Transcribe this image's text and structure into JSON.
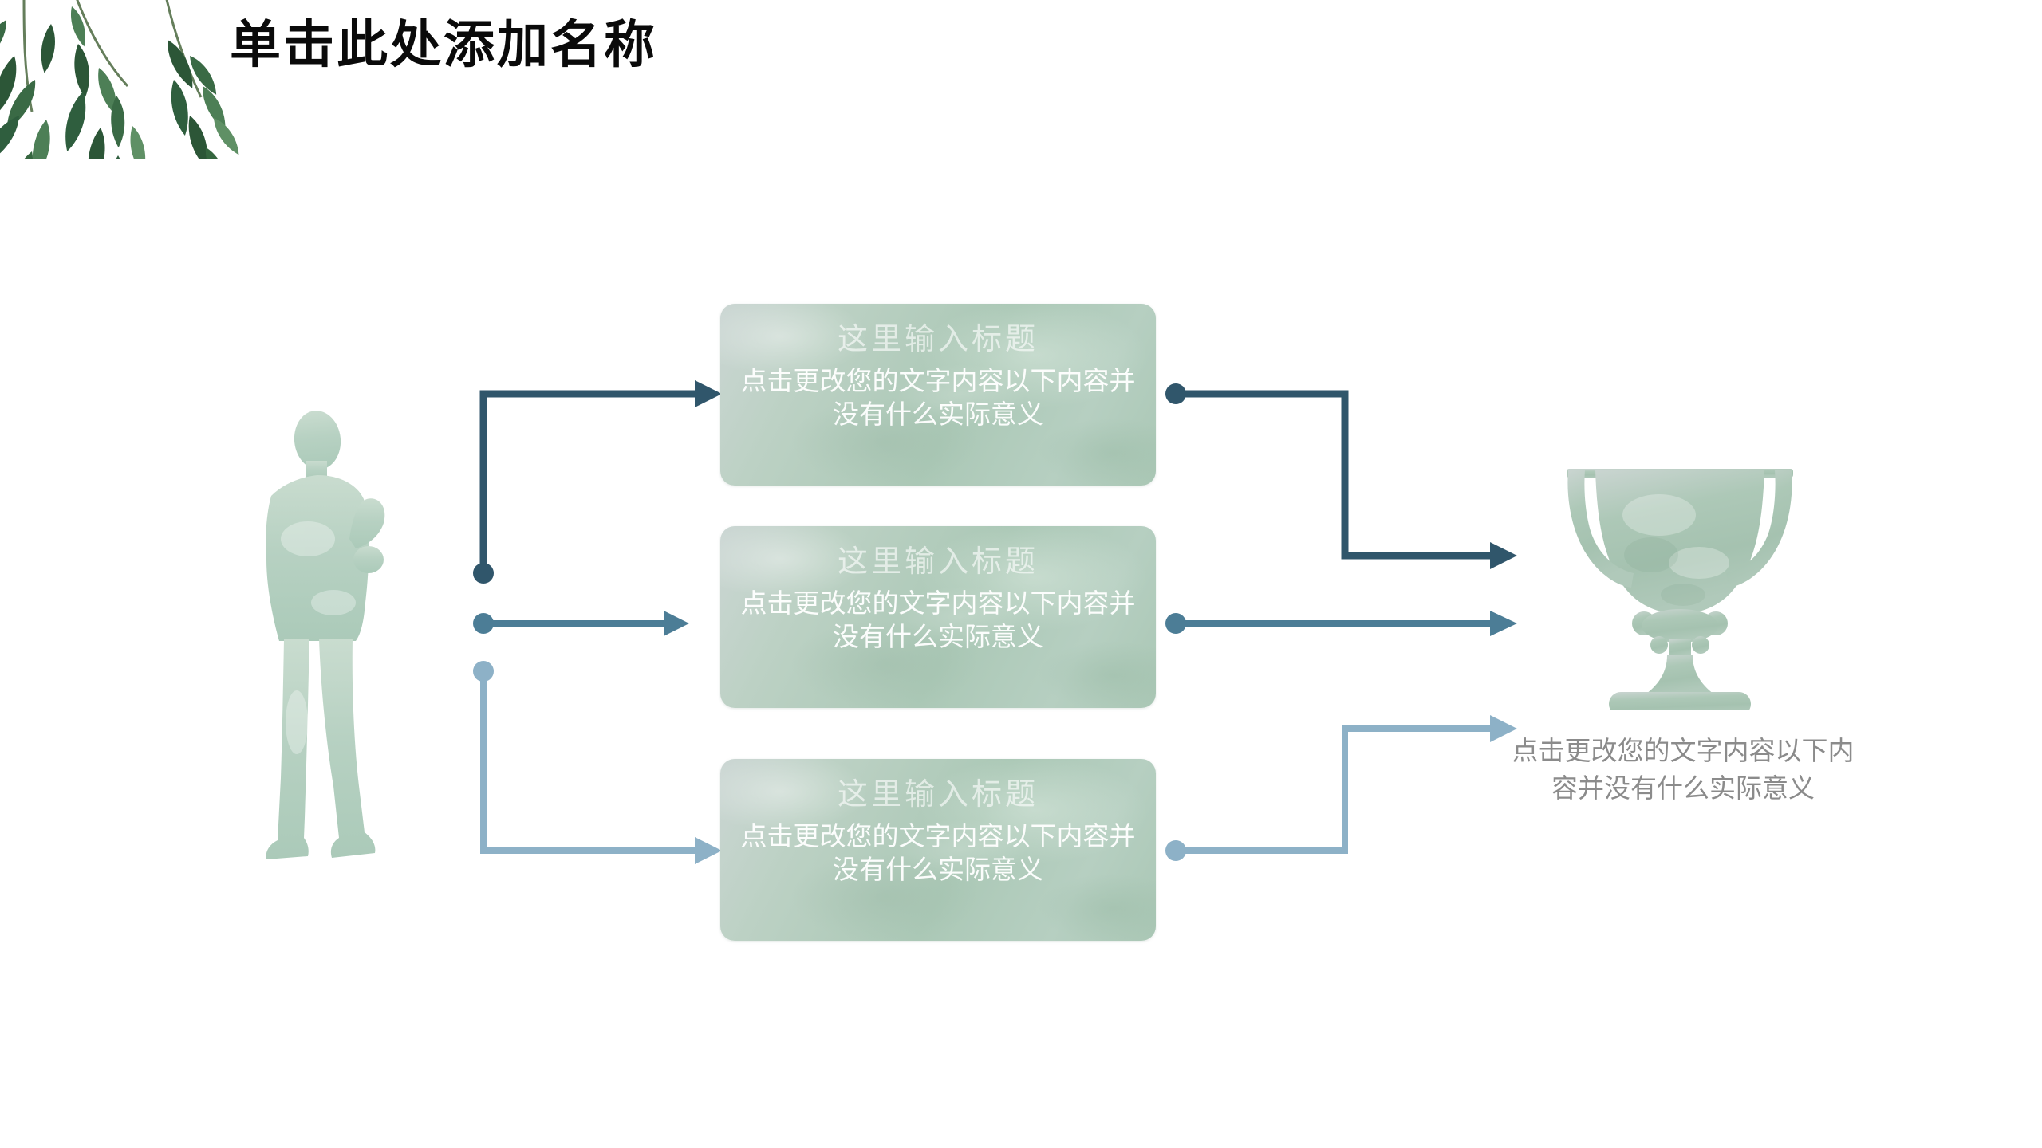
{
  "slide": {
    "title": "单击此处添加名称",
    "boxes": [
      {
        "title": "这里输入标题",
        "body": "点击更改您的文字内容以下内容并\n没有什么实际意义"
      },
      {
        "title": "这里输入标题",
        "body": "点击更改您的文字内容以下内容并\n没有什么实际意义"
      },
      {
        "title": "这里输入标题",
        "body": "点击更改您的文字内容以下内容并\n没有什么实际意义"
      }
    ],
    "trophy_caption": "点击更改您的文字内容以下内\n容并没有什么实际意义",
    "icons": {
      "leaves": "olive-branch-icon",
      "person": "businessman-silhouette-icon",
      "trophy": "trophy-icon"
    },
    "colors": {
      "connector_dark": "#30566B",
      "connector_mid": "#4C7D96",
      "connector_light": "#8DB1C7",
      "watercolor_green": "#AFCBBB",
      "leaf_green": "#2C5637",
      "caption_gray": "#8B8B8B",
      "title_black": "#0A0A0A"
    }
  }
}
